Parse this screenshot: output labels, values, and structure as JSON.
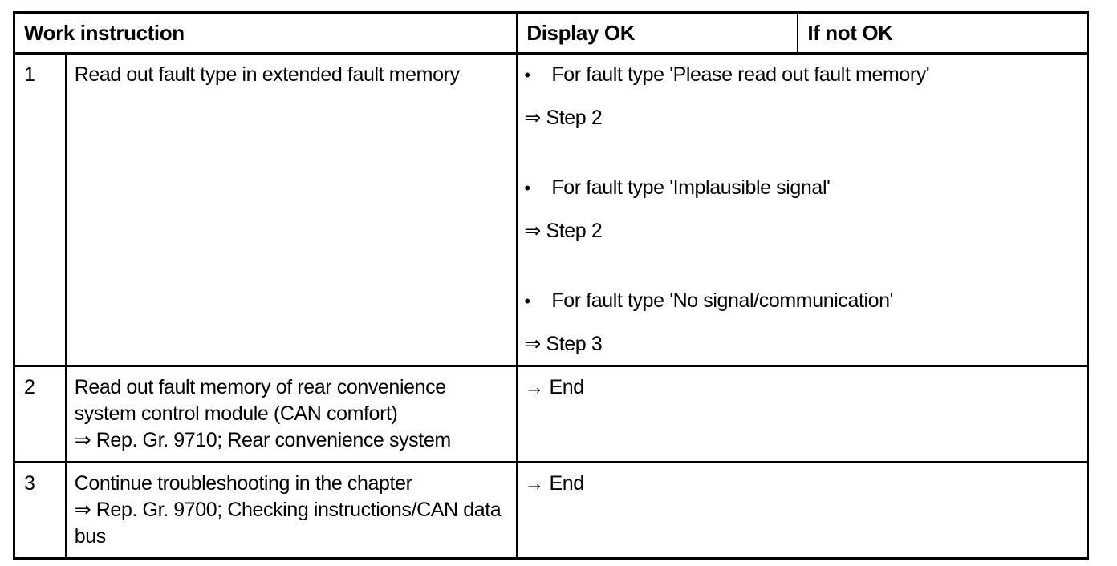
{
  "colors": {
    "background": "#ffffff",
    "border": "#000000",
    "text": "#000000"
  },
  "bullet_glyph": "•",
  "table": {
    "header": {
      "work_instruction": "Work instruction",
      "display_ok": "Display OK",
      "if_not_ok": "If not OK"
    },
    "rows": [
      {
        "step": "1",
        "instruction_lines": [
          "Read out fault type in extended fault memory"
        ],
        "display_items": [
          {
            "condition": "For fault type 'Please read out fault memory'",
            "action": "⇒ Step 2"
          },
          {
            "condition": "For fault type 'Implausible signal'",
            "action": "⇒ Step 2"
          },
          {
            "condition": "For fault type 'No signal/communication'",
            "action": "⇒ Step 3"
          }
        ]
      },
      {
        "step": "2",
        "instruction_lines": [
          "Read out fault memory of rear convenience system control module (CAN comfort)",
          "⇒ Rep. Gr. 9710; Rear convenience system"
        ],
        "display_result": "→ End"
      },
      {
        "step": "3",
        "instruction_lines": [
          "Continue troubleshooting in the chapter",
          "⇒ Rep. Gr. 9700; Checking instructions/CAN data bus"
        ],
        "display_result": "→ End"
      }
    ]
  }
}
